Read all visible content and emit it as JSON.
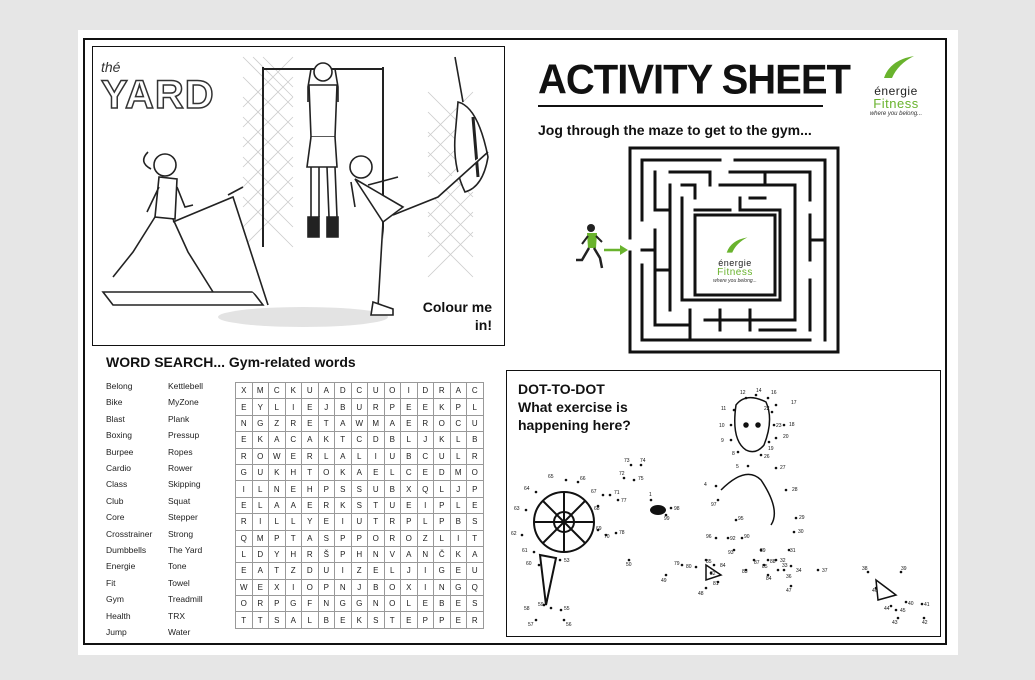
{
  "title": "ACTIVITY SHEET",
  "logo": {
    "line1": "énergie",
    "line2": "Fitness",
    "tagline": "where you belong...",
    "brand_color": "#69b32d"
  },
  "colouring": {
    "brand_prefix": "thé",
    "brand_word": "YARD",
    "caption": "Colour me in!"
  },
  "maze": {
    "caption": "Jog through the maze to get to the gym..."
  },
  "word_search": {
    "title": "WORD SEARCH... Gym-related words",
    "words_col1": [
      "Belong",
      "Bike",
      "Blast",
      "Boxing",
      "Burpee",
      "Cardio",
      "Class",
      "Club",
      "Core",
      "Crosstrainer",
      "Dumbbells",
      "Energie",
      "Fit",
      "Gym",
      "Health",
      "Jump"
    ],
    "words_col2": [
      "Kettlebell",
      "MyZone",
      "Plank",
      "Pressup",
      "Ropes",
      "Rower",
      "Skipping",
      "Squat",
      "Stepper",
      "Strong",
      "The Yard",
      "Tone",
      "Towel",
      "Treadmill",
      "TRX",
      "Water"
    ],
    "grid": [
      "XMCKUADCUOIDRAC",
      "EYLIEJBURPEEKPL",
      "NGZRETAWMAEROCU",
      "EKACAKTCDBLJKLB",
      "ROWERLALIUBCULR",
      "GUKHTOKAELCEDMO",
      "ILNEHPSSUBXQLJP",
      "ELAAERKSTUEIPLE",
      "RILLYEIUTRPLPBS",
      "QMPTASPPOROZLIT",
      "LDYHRŠPHNVANČKA",
      "EATZDUIZELJIGEU",
      "WEXIOPNJBOXINGQ",
      "ORPGFNGGNOLEBES",
      "TTSALBEKSTEPPER"
    ]
  },
  "dot_to_dot": {
    "title": "DOT-TO-DOT",
    "question": "What exercise is happening here?"
  }
}
